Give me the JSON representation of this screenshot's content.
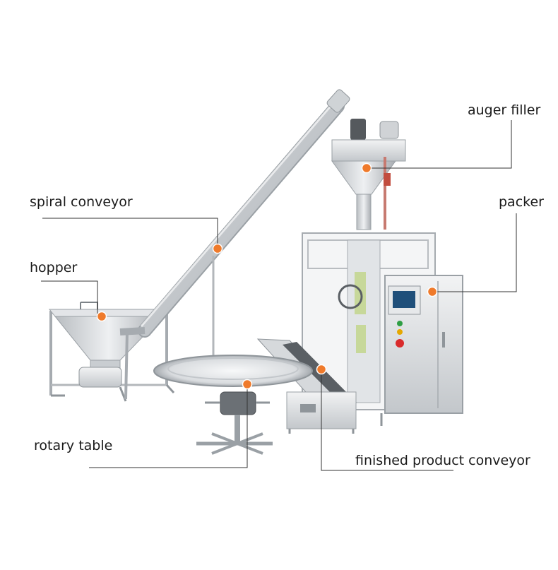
{
  "labels": {
    "auger_filler": "auger filler",
    "spiral_conveyor": "spiral conveyor",
    "packer": "packer",
    "hopper": "hopper",
    "rotary_table": "rotary table",
    "finished_product_conveyor": "finished product conveyor"
  },
  "colors": {
    "marker": "#ef7a2b",
    "leader_line": "#333333",
    "steel": "#d4d7da",
    "screen": "#1f4f7a"
  }
}
